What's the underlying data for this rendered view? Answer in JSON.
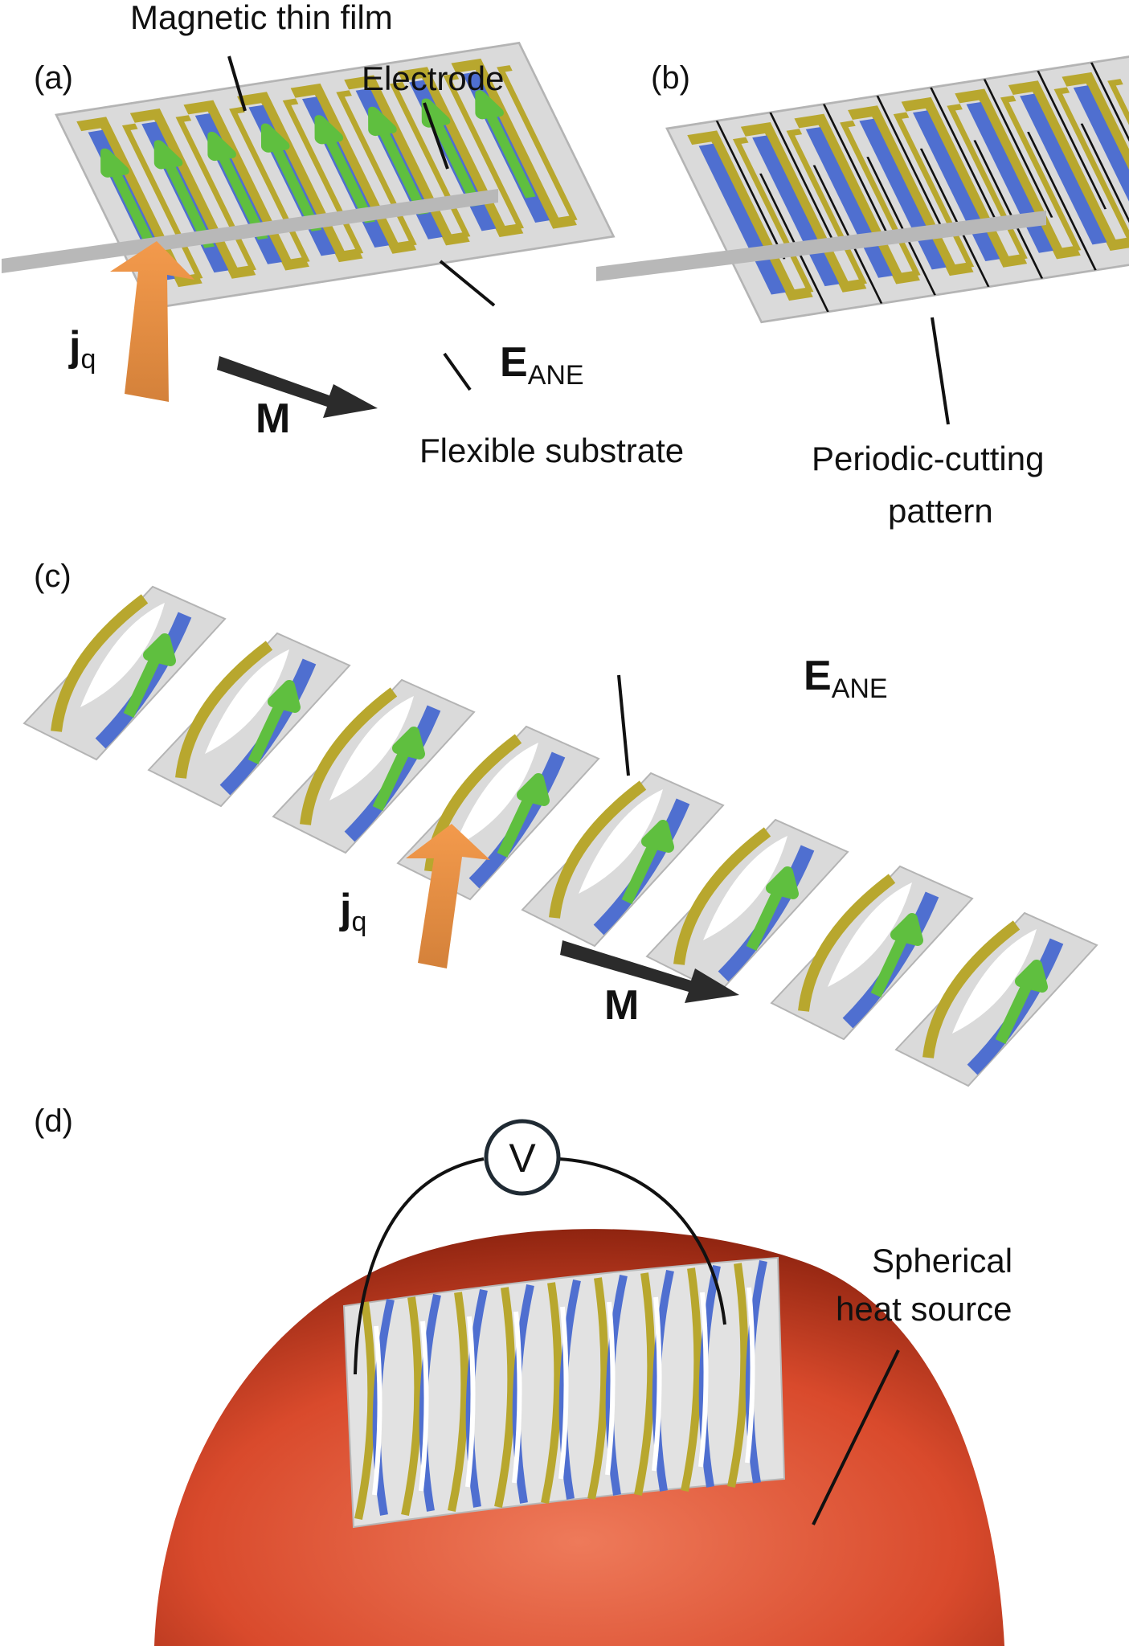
{
  "panels": {
    "a": "(a)",
    "b": "(b)",
    "c": "(c)",
    "d": "(d)"
  },
  "labels": {
    "magnetic_film": "Magnetic thin film",
    "electrode": "Electrode",
    "flexible_substrate": "Flexible substrate",
    "periodic_cutting_1": "Periodic-cutting",
    "periodic_cutting_2": "pattern",
    "spherical_1": "Spherical",
    "spherical_2": "heat source",
    "voltmeter": "V",
    "e_main": "E",
    "e_sub": "ANE",
    "j_main": "j",
    "j_sub": "q",
    "m": "M"
  },
  "colors": {
    "substrate": "#dadada",
    "substrate_edge": "#b4b4b4",
    "electrode": "#b8a72e",
    "film": "#4f6fd0",
    "arrow_e": "#5fbf3f",
    "arrow_j": "#e8873a",
    "arrow_m": "#2b2b2b",
    "sphere": "#d94a2c"
  }
}
